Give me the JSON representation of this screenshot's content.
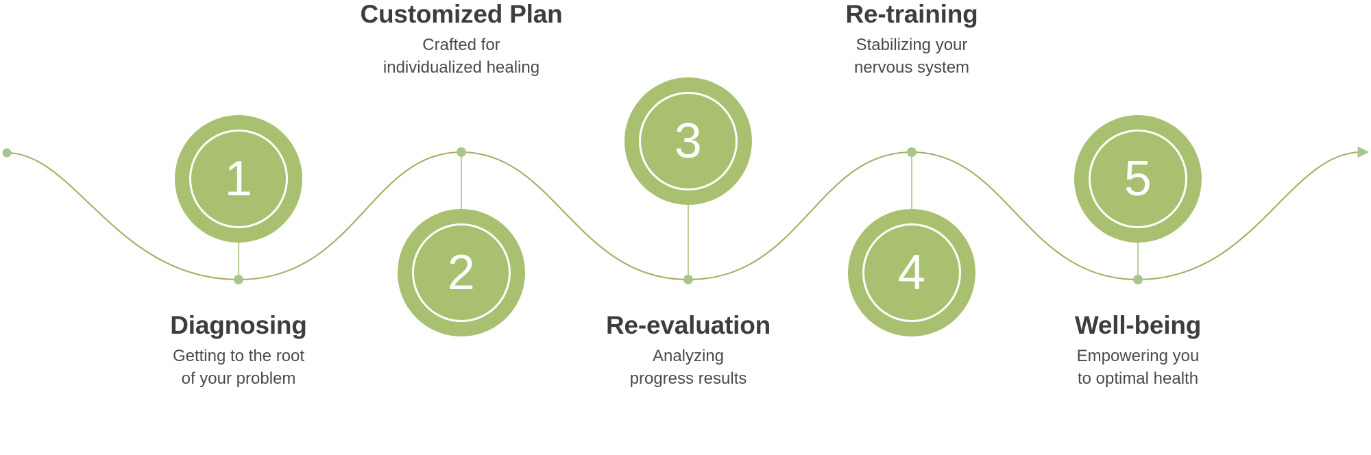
{
  "theme": {
    "background": "#ffffff",
    "accent_green": "#a8c070",
    "wave_stroke": "#a6ad63",
    "dot_fill": "#a9c58e",
    "ring_white": "#ffffff",
    "title_color": "#3d3d3d",
    "desc_color": "#4a4a4a"
  },
  "diagram": {
    "type": "process-timeline-wave",
    "step_count": 5,
    "steps": [
      {
        "number": "1",
        "title": "Diagnosing",
        "desc_lines": [
          "Getting to the root",
          "of your problem"
        ],
        "label_position": "below"
      },
      {
        "number": "2",
        "title": "Customized Plan",
        "desc_lines": [
          "Crafted for",
          "individualized healing"
        ],
        "label_position": "above"
      },
      {
        "number": "3",
        "title": "Re-evaluation",
        "desc_lines": [
          "Analyzing",
          "progress results"
        ],
        "label_position": "below"
      },
      {
        "number": "4",
        "title": "Re-training",
        "desc_lines": [
          "Stabilizing your",
          "nervous system"
        ],
        "label_position": "above"
      },
      {
        "number": "5",
        "title": "Well-being",
        "desc_lines": [
          "Empowering you",
          "to optimal health"
        ],
        "label_position": "below"
      }
    ]
  }
}
